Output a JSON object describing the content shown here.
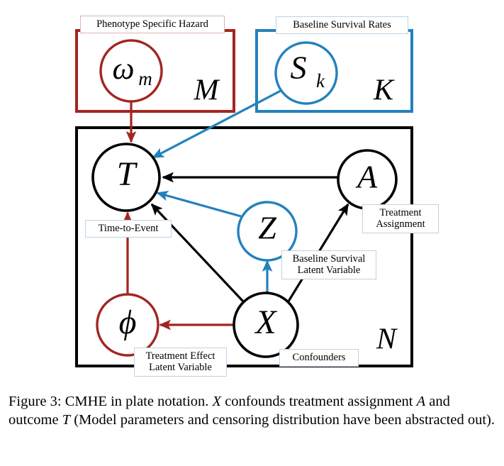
{
  "figure": {
    "caption_prefix": "Figure 3:",
    "caption_part1": " CMHE in plate notation. ",
    "caption_var1": "X",
    "caption_part2": " confounds treatment assignment ",
    "caption_var2": "A",
    "caption_part3": " and outcome ",
    "caption_var3": "T",
    "caption_part4": " (Model parameters and censoring distribution have been abstracted out).",
    "caption_full": "Figure 3: CMHE in plate notation. X confounds treatment assignment A and outcome T (Model parameters and censoring distribution have been abstracted out)."
  },
  "colors": {
    "red": "#a32520",
    "blue": "#2481bd",
    "black": "#000000",
    "callout_border_neutral": "#bcc7d6",
    "callout_border_red": "#d8b6b2",
    "callout_border_blue": "#bcd3e4",
    "background": "#ffffff"
  },
  "plates": [
    {
      "id": "plate-m",
      "index_label": "M",
      "color": "red",
      "title": "Phenotype Specific Hazard"
    },
    {
      "id": "plate-k",
      "index_label": "K",
      "color": "blue",
      "title": "Baseline Survival Rates"
    },
    {
      "id": "plate-n",
      "index_label": "N",
      "color": "black",
      "title": ""
    }
  ],
  "nodes": [
    {
      "id": "omega",
      "label": "ω",
      "subscript": "m",
      "color": "red",
      "description": "Phenotype Specific Hazard"
    },
    {
      "id": "sk",
      "label": "S",
      "subscript": "k",
      "color": "blue",
      "description": "Baseline Survival Rates"
    },
    {
      "id": "t",
      "label": "T",
      "subscript": "",
      "color": "black",
      "description": "Time-to-Event"
    },
    {
      "id": "a",
      "label": "A",
      "subscript": "",
      "color": "black",
      "description": "Treatment Assignment"
    },
    {
      "id": "z",
      "label": "Z",
      "subscript": "",
      "color": "blue",
      "description": "Baseline Survival Latent Variable"
    },
    {
      "id": "x",
      "label": "X",
      "subscript": "",
      "color": "black",
      "description": "Confounders"
    },
    {
      "id": "phi",
      "label": "ϕ",
      "subscript": "",
      "color": "red",
      "description": "Treatment Effect Latent Variable"
    }
  ],
  "callouts": [
    {
      "id": "callout-phenotype",
      "text": "Phenotype Specific Hazard",
      "lines": [
        "Phenotype Specific Hazard"
      ],
      "style": "red-box"
    },
    {
      "id": "callout-baseline-rates",
      "text": "Baseline Survival Rates",
      "lines": [
        "Baseline Survival Rates"
      ],
      "style": "blue-box"
    },
    {
      "id": "callout-time-to-event",
      "text": "Time-to-Event",
      "lines": [
        "Time-to-Event"
      ],
      "style": "blue-box"
    },
    {
      "id": "callout-treatment-assignment",
      "text": "Treatment Assignment",
      "lines": [
        "Treatment",
        "Assignment"
      ],
      "style": "blue-box"
    },
    {
      "id": "callout-baseline-latent",
      "text": "Baseline Survival Latent Variable",
      "lines": [
        "Baseline Survival",
        "Latent Variable"
      ],
      "style": "blue-box"
    },
    {
      "id": "callout-treatment-effect-latent",
      "text": "Treatment Effect Latent Variable",
      "lines": [
        "Treatment Effect",
        "Latent Variable"
      ],
      "style": "blue-box"
    },
    {
      "id": "callout-confounders",
      "text": "Confounders",
      "lines": [
        "Confounders"
      ],
      "style": "blue-box"
    }
  ],
  "edges": [
    {
      "from": "omega",
      "to": "t",
      "color": "red"
    },
    {
      "from": "sk",
      "to": "t",
      "color": "blue"
    },
    {
      "from": "a",
      "to": "t",
      "color": "black"
    },
    {
      "from": "z",
      "to": "t",
      "color": "blue"
    },
    {
      "from": "x",
      "to": "t",
      "color": "black"
    },
    {
      "from": "x",
      "to": "z",
      "color": "blue"
    },
    {
      "from": "x",
      "to": "a",
      "color": "black"
    },
    {
      "from": "x",
      "to": "phi",
      "color": "red"
    },
    {
      "from": "phi",
      "to": "t",
      "color": "red"
    }
  ]
}
